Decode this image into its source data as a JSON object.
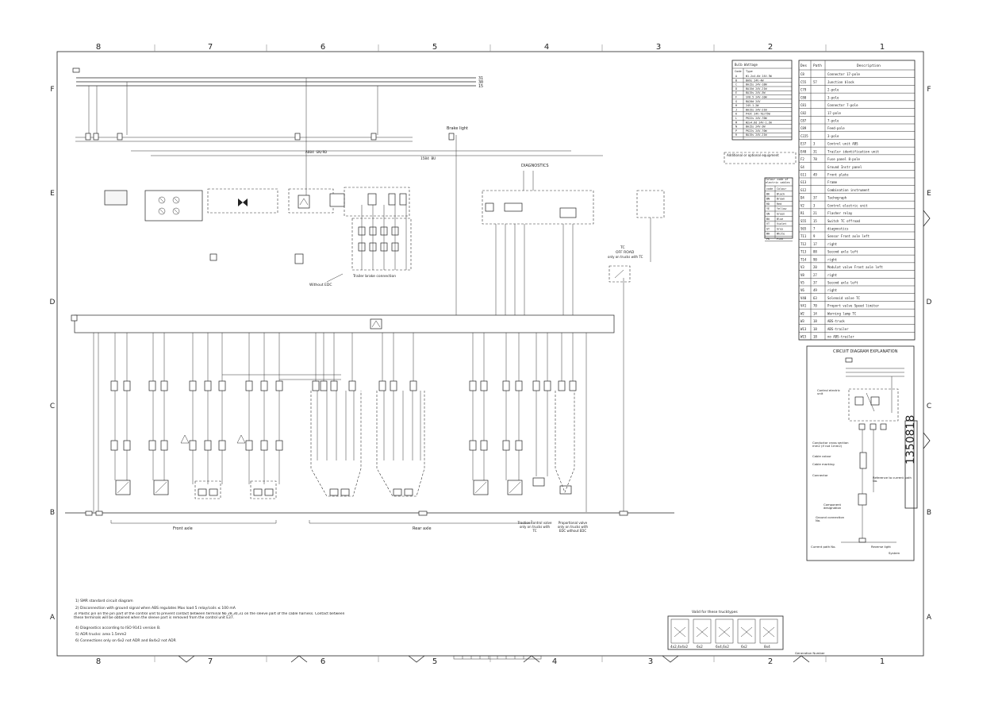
{
  "sheet": {
    "frame_columns": [
      "8",
      "7",
      "6",
      "5",
      "4",
      "3",
      "2",
      "1"
    ],
    "frame_rows": [
      "F",
      "E",
      "D",
      "C",
      "B",
      "A"
    ],
    "drawing_number": "1350818",
    "bus_labels": [
      "31",
      "30",
      "15"
    ]
  },
  "upper_labels": {
    "brake_light": "Brake light",
    "diagnostics": "DIAGNOSTICS",
    "trailer_brake": "Trailer brake connection",
    "without_edc": "Without EDC",
    "tc": "TC",
    "off_road": "OFF ROAD",
    "only_trucks": "only on trucks with TC",
    "wire_a": "A604 GN/RD",
    "wire_b": "1584 BU"
  },
  "bottom_labels": {
    "front_axle": "Front axle",
    "rear_axle": "Rear axle",
    "traction_control": "Traction control valve only on trucks with TC",
    "proportional": "Proportional valve only on trucks with EDC without EDC"
  },
  "notes": [
    "1) SMR standard circuit diagram",
    "2) Disconnection with ground signal when ABS regulates Max load 5 relay/coils ≤ 100 mA",
    "3) Plastic pin on the pin part of the control unit to prevent contact between terminal No 28,30,31 on the sleeve part of the cable harness. Contact between these terminals will be obtained when the sleeve part is removed from the control unit E37.",
    "4) Diagnostics according to ISO 9141 version B.",
    "5) ADR trucks: area 1.5mm2",
    "6) Connections only on 6x2 not ADR and 8x4x2 not ADR"
  ],
  "bulb_table": {
    "title": "Bulb Wattage",
    "headers": [
      "Code",
      "Type"
    ],
    "rows": [
      [
        "A",
        "W1.2x4.6d 24V-3W"
      ],
      [
        "B",
        "BA9s 24V-4W"
      ],
      [
        "C",
        "BA15s 24V-18W"
      ],
      [
        "D",
        "BA15d 24V-21W"
      ],
      [
        "E",
        "BA15s 24V-5W"
      ],
      [
        "F",
        "SV8.5 24V-10W"
      ],
      [
        "G",
        "BA20d 24V"
      ],
      [
        "H",
        "24V-1.2W"
      ],
      [
        "J",
        "BA15s 24V-21W"
      ],
      [
        "K",
        "P43t 24V-70/75W"
      ],
      [
        "L",
        "PK22s 24V-70W"
      ],
      [
        "M",
        "W2x4.6d 24V-1.2W"
      ],
      [
        "N",
        "BA15s 24V-3W"
      ],
      [
        "P",
        "PK22s 24V-70W"
      ],
      [
        "R",
        "BA15s 24V-21W"
      ]
    ]
  },
  "additional_equipment": "Additional or optional equipment",
  "colour_table": {
    "title": "Colour code of electric cables",
    "rows": [
      [
        "code",
        "Colour"
      ],
      [
        "BK",
        "Black"
      ],
      [
        "BN",
        "Brown"
      ],
      [
        "RD",
        "Red"
      ],
      [
        "YE",
        "Yellow"
      ],
      [
        "GN",
        "Green"
      ],
      [
        "BU",
        "Blue"
      ],
      [
        "VT",
        "Violet"
      ],
      [
        "GY",
        "Grey"
      ],
      [
        "WH",
        "White"
      ],
      [
        "PK",
        "Pink"
      ]
    ]
  },
  "component_table": {
    "headers": [
      "Des",
      "Path",
      "Description"
    ],
    "rows": [
      [
        "C8",
        "",
        "Connector 17-pole"
      ],
      [
        "C55",
        "57",
        "Junction block"
      ],
      [
        "C79",
        "",
        "2-pole"
      ],
      [
        "C80",
        "",
        "3-pole"
      ],
      [
        "C81",
        "",
        "Connector 7-pole"
      ],
      [
        "C82",
        "",
        "17-pole"
      ],
      [
        "C87",
        "",
        "7-pole"
      ],
      [
        "C89",
        "",
        "Feed-pole"
      ],
      [
        "C225",
        "",
        "3-pole"
      ],
      [
        "E37",
        "3",
        "Control unit ABS"
      ],
      [
        "E40",
        "31",
        "Trailer identification unit"
      ],
      [
        "F2",
        "78",
        "Fuse panel 8-pole"
      ],
      [
        "G4",
        "",
        "Ground Instr panel"
      ],
      [
        "G11",
        "49",
        "Front plate"
      ],
      [
        "G13",
        "",
        "Frame"
      ],
      [
        "G12",
        "",
        "Combination instrument"
      ],
      [
        "D4",
        "37",
        "Tachograph"
      ],
      [
        "V2",
        "3",
        "Control electric unit"
      ],
      [
        "R1",
        "21",
        "Flasher relay"
      ],
      [
        "S55",
        "15",
        "Switch TC offroad"
      ],
      [
        "S65",
        "7",
        "diagnostics"
      ],
      [
        "T11",
        "9",
        "Sensor Front axle left"
      ],
      [
        "T12",
        "17",
        "right"
      ],
      [
        "T13",
        "88",
        "Second axle left"
      ],
      [
        "T14",
        "90",
        "right"
      ],
      [
        "V3",
        "20",
        "Modulat valve Front axle left"
      ],
      [
        "V8",
        "27",
        "right"
      ],
      [
        "V5",
        "37",
        "Second axle left"
      ],
      [
        "V6",
        "49",
        "right"
      ],
      [
        "V40",
        "63",
        "Solenoid valve TC"
      ],
      [
        "V41",
        "70",
        "Proport valve Speed limiter"
      ],
      [
        "W2",
        "14",
        "Warning lamp TC"
      ],
      [
        "W3",
        "18",
        "ABS-truck"
      ],
      [
        "W13",
        "18",
        "ABS-trailer"
      ],
      [
        "W15",
        "18",
        "no ABS-trailer"
      ]
    ]
  },
  "explanation": {
    "title": "CIRCUIT DIAGRAM EXPLANATION",
    "labels": [
      "Control electric unit",
      "Conductor cross section mm2 (if not 1mm2)",
      "Cable colour",
      "Cable marking",
      "Connector",
      "Reference to current path No.",
      "Component designation",
      "Ground connection No.",
      "Current path No.",
      "Reverse light",
      "System"
    ]
  },
  "truck_types": {
    "title": "Valid for these trucktypes",
    "types": [
      "4x2,4x4x2",
      "6x2",
      "6x4,6x2",
      "6x2",
      "8x4"
    ]
  },
  "title_block": "Generation Number"
}
